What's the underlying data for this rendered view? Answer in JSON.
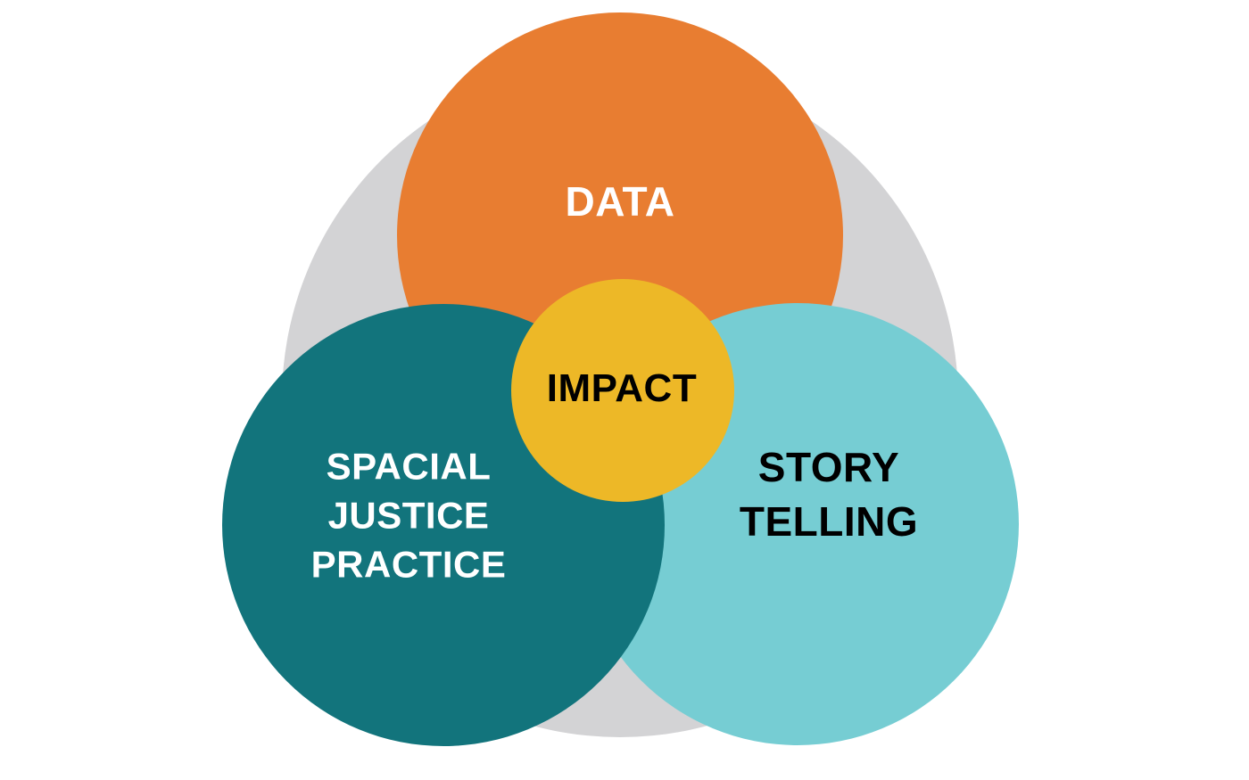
{
  "diagram": {
    "type": "venn",
    "background_color": "#ffffff",
    "circles": {
      "base": {
        "name": "background-circle",
        "color": "#d3d3d5"
      },
      "data": {
        "label": "DATA",
        "color": "#e87d31",
        "text_color": "#ffffff"
      },
      "storytelling": {
        "label": "STORY\nTELLING",
        "color": "#76cdd3",
        "text_color": "#000000"
      },
      "spatial_justice": {
        "label": "SPACIAL\nJUSTICE\nPRACTICE",
        "color": "#12747c",
        "text_color": "#ffffff"
      },
      "impact": {
        "label": "IMPACT",
        "color": "#edb827",
        "text_color": "#000000"
      }
    }
  }
}
